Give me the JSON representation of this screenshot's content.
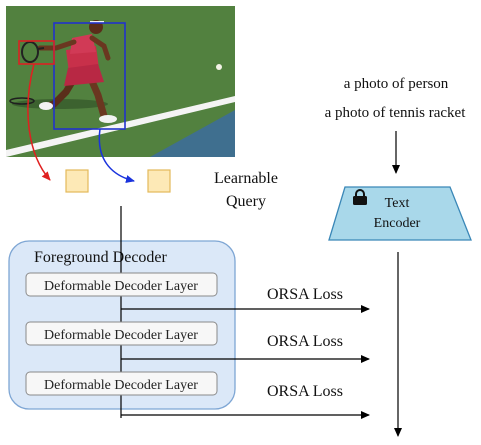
{
  "photo": {
    "description_icon": "tennis-player-photo",
    "boxes": [
      {
        "label_ref": "person",
        "color": "#2233cc"
      },
      {
        "label_ref": "tennis racket",
        "color": "#dd2222"
      }
    ]
  },
  "queries": {
    "label": "Learnable\nQuery",
    "label_line1": "Learnable",
    "label_line2": "Query",
    "fill": "#fde9b6",
    "stroke": "#e3b95b"
  },
  "prompts": {
    "line1": "a photo of person",
    "line2": "a photo of tennis racket"
  },
  "text_encoder": {
    "line1": "Text",
    "line2": "Encoder",
    "fill": "#a9d8ea",
    "stroke": "#3a87b7",
    "icon": "lock-icon"
  },
  "decoder": {
    "title": "Foreground Decoder",
    "fill": "#dbe8f8",
    "stroke": "#7ea6d4",
    "layers": [
      {
        "label": "Deformable Decoder Layer"
      },
      {
        "label": "Deformable Decoder Layer"
      },
      {
        "label": "Deformable Decoder Layer"
      }
    ]
  },
  "losses": [
    {
      "label": "ORSA Loss"
    },
    {
      "label": "ORSA Loss"
    },
    {
      "label": "ORSA Loss"
    }
  ],
  "colors": {
    "red_arrow": "#e02020",
    "blue_arrow": "#1a33dd",
    "court_green": "#4d7a3a",
    "court_blue": "#3f6f8f"
  }
}
